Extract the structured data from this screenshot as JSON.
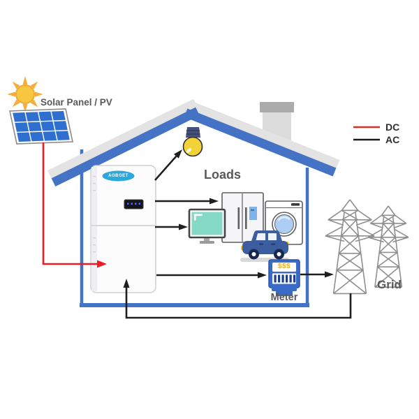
{
  "labels": {
    "solar_panel": "Solar Panel / PV",
    "loads": "Loads",
    "meter": "Meter",
    "grid": "Grid",
    "inverter_brand": "AOBGET",
    "meter_display": "$$$"
  },
  "legend": {
    "items": [
      {
        "label": "DC",
        "color": "#d93025"
      },
      {
        "label": "AC",
        "color": "#1a1a1a"
      }
    ]
  },
  "colors": {
    "house_blue": "#4472c4",
    "roof_gray": "#e3e3e3",
    "dc_red": "#ee1c25",
    "ac_black": "#1f1f1f",
    "panel_cell_blue": "#2e6fd0",
    "sun_yellow": "#f8c63f",
    "sun_ray": "#f3ae3c",
    "bulb_yellow": "#f2d139",
    "meter_blue": "#3a6bc8",
    "tower_gray": "#8f8f8f",
    "screen_teal": "#85dac6",
    "car_blue": "#3c5d9e",
    "label_gray": "#595959"
  },
  "flows": [
    {
      "from": "solar-panel",
      "to": "inverter-battery",
      "type": "DC"
    },
    {
      "from": "inverter-battery",
      "to": "light-bulb",
      "type": "AC"
    },
    {
      "from": "inverter-battery",
      "to": "refrigerator-washer",
      "type": "AC"
    },
    {
      "from": "inverter-battery",
      "to": "computer",
      "type": "AC"
    },
    {
      "from": "inverter-battery",
      "to": "meter",
      "type": "AC"
    },
    {
      "from": "meter",
      "to": "grid",
      "type": "AC"
    },
    {
      "from": "grid",
      "to": "inverter-battery",
      "type": "AC"
    }
  ]
}
